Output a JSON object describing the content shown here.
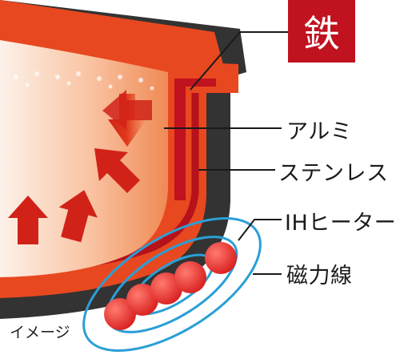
{
  "badge": "鉄",
  "labels": {
    "aluminum": "アルミ",
    "stainless": "ステンレス",
    "ih_heater": "IHヒーター",
    "magnetic_lines": "磁力線"
  },
  "note": "イメージ",
  "colors": {
    "iron_red": "#c1121f",
    "pot_orange": "#e8481f",
    "outer_shell": "#333333",
    "field_blue": "#2a9fd6",
    "coil_red": "#e53030"
  }
}
